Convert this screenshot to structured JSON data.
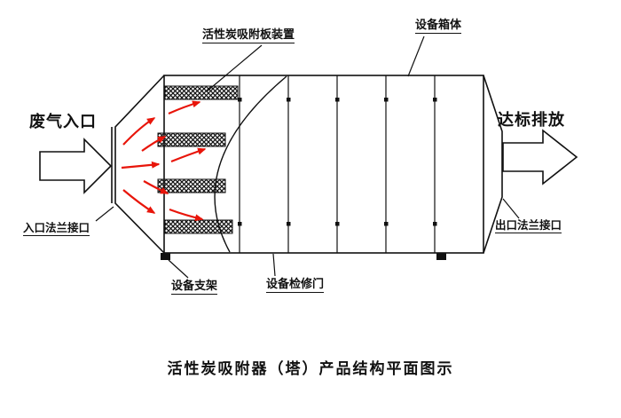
{
  "labels": {
    "adsorption_plate": "活性炭吸附板装置",
    "equipment_box": "设备箱体",
    "gas_inlet": "废气入口",
    "discharge": "达标排放",
    "inlet_flange": "入口法兰接口",
    "outlet_flange": "出口法兰接口",
    "support": "设备支架",
    "maintenance_door": "设备检修门",
    "title": "活性炭吸附器（塔）产品结构平面图示"
  },
  "colors": {
    "line": "#111111",
    "airflow": "#e8150a",
    "background": "#ffffff"
  }
}
